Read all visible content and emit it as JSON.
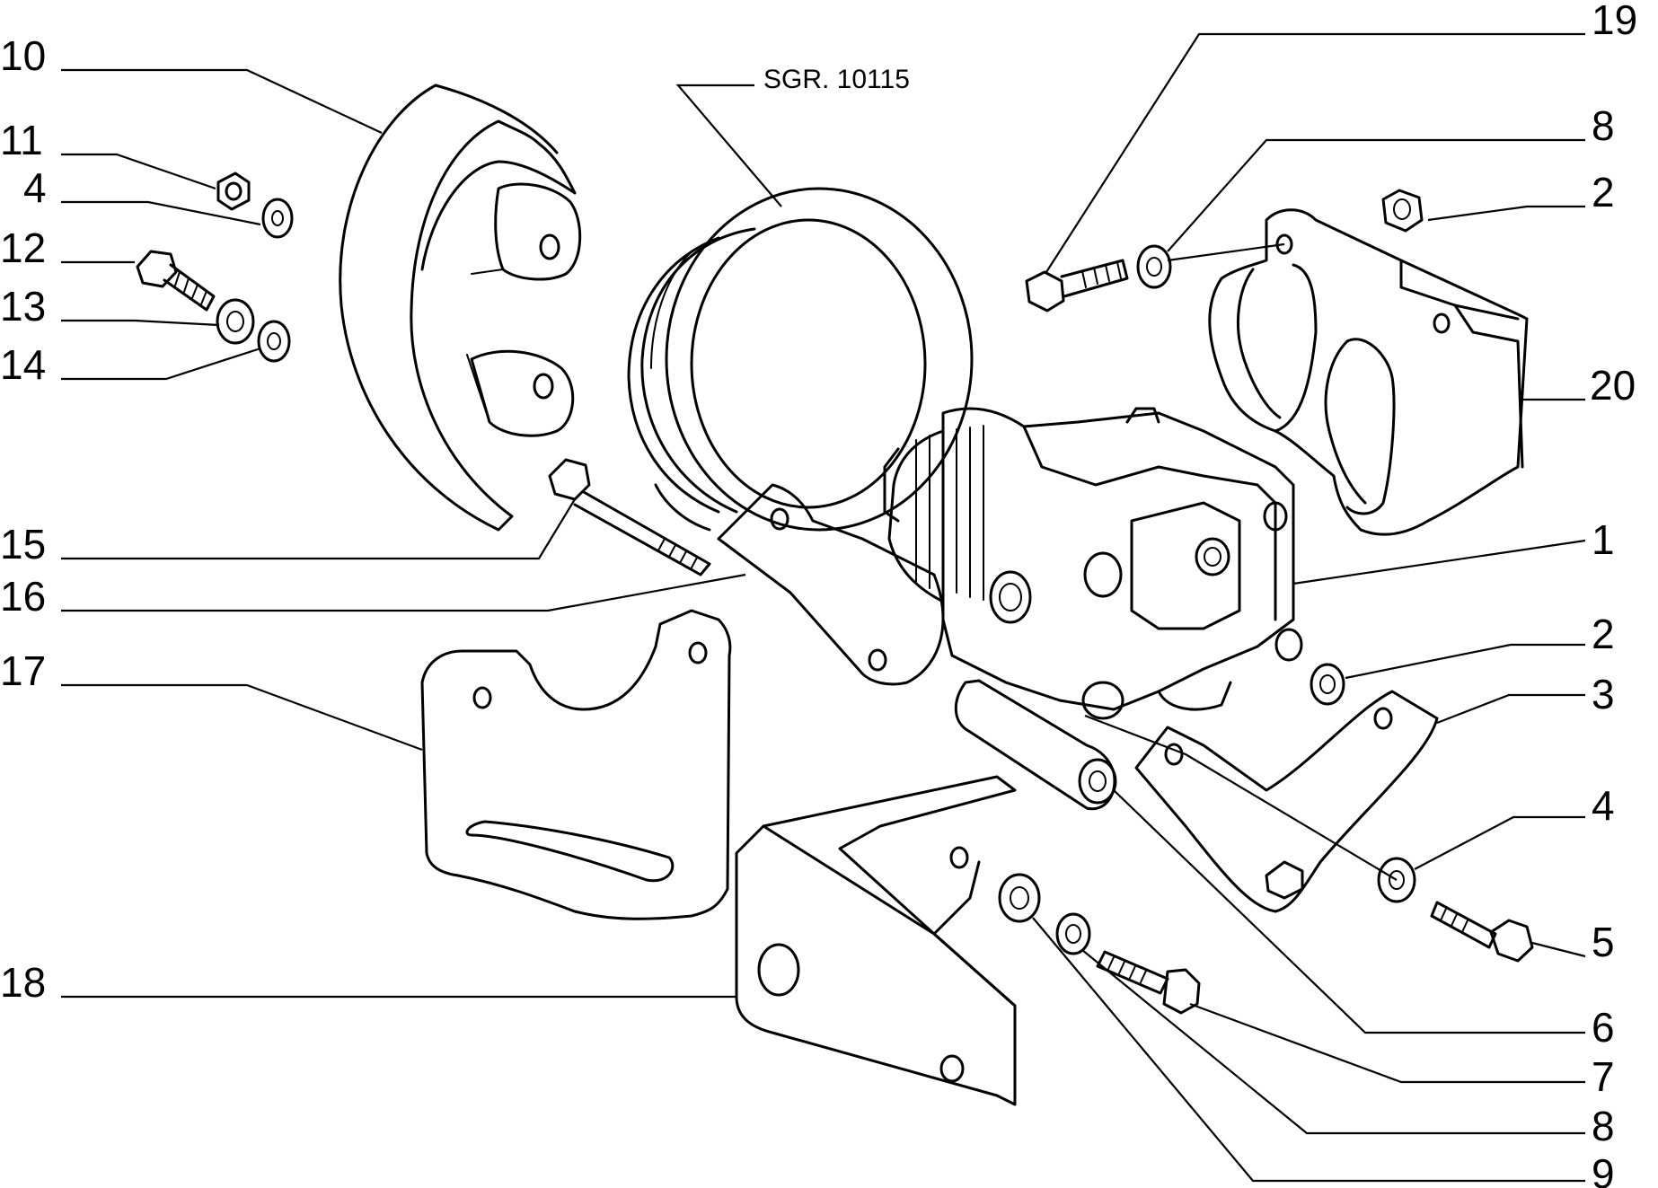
{
  "reference": "SGR. 10115",
  "callouts": [
    {
      "id": "c10",
      "label": "10"
    },
    {
      "id": "c11",
      "label": "11"
    },
    {
      "id": "c4a",
      "label": "4"
    },
    {
      "id": "c12",
      "label": "12"
    },
    {
      "id": "c13",
      "label": "13"
    },
    {
      "id": "c14",
      "label": "14"
    },
    {
      "id": "c15",
      "label": "15"
    },
    {
      "id": "c16",
      "label": "16"
    },
    {
      "id": "c17",
      "label": "17"
    },
    {
      "id": "c18",
      "label": "18"
    },
    {
      "id": "c19",
      "label": "19"
    },
    {
      "id": "c8a",
      "label": "8"
    },
    {
      "id": "c2a",
      "label": "2"
    },
    {
      "id": "c20",
      "label": "20"
    },
    {
      "id": "c1",
      "label": "1"
    },
    {
      "id": "c2b",
      "label": "2"
    },
    {
      "id": "c3",
      "label": "3"
    },
    {
      "id": "c4b",
      "label": "4"
    },
    {
      "id": "c5",
      "label": "5"
    },
    {
      "id": "c6",
      "label": "6"
    },
    {
      "id": "c7",
      "label": "7"
    },
    {
      "id": "c8b",
      "label": "8"
    },
    {
      "id": "c9",
      "label": "9"
    }
  ]
}
